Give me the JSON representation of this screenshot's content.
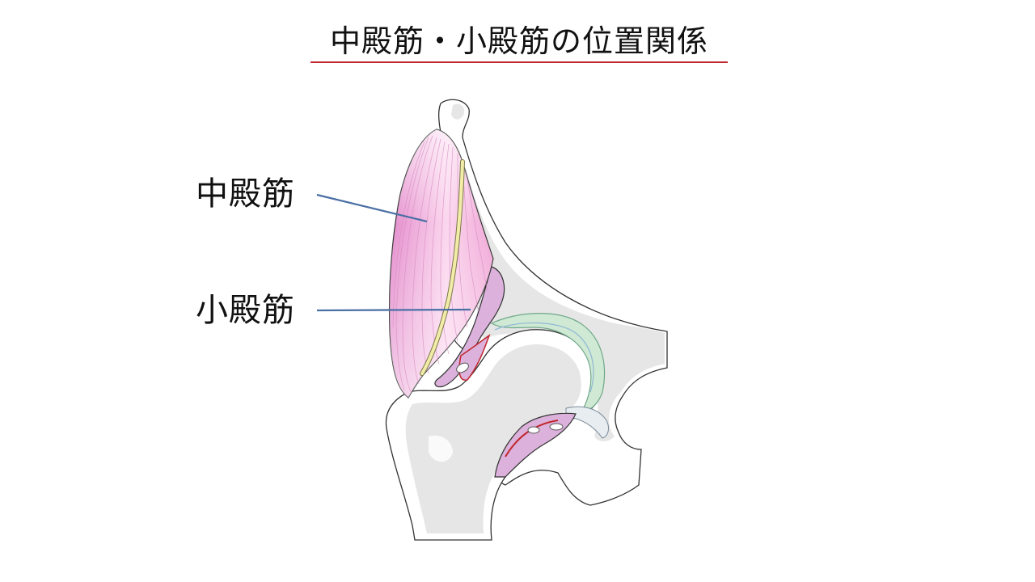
{
  "slide": {
    "title": "中殿筋・小殿筋の位置関係"
  },
  "labels": {
    "gluteus_medius": "中殿筋",
    "gluteus_minimus": "小殿筋"
  },
  "colors": {
    "title_underline": "#c0272d",
    "leader_line": "#4a6fa5",
    "gluteus_medius_fill": "#f4b6dc",
    "gluteus_minimus_fill": "#dcb2dc",
    "fascia_line": "#f3eca8",
    "bone_marrow": "#e6e6e6",
    "cartilage": "#cfe9d4",
    "capsule_red": "#c0272d"
  }
}
